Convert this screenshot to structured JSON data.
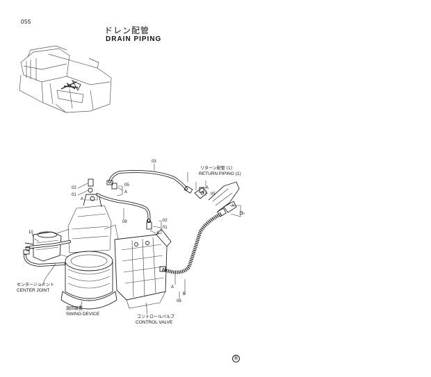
{
  "page": {
    "number": "055",
    "title_jp": "ドレン配管",
    "title_en": "DRAIN  PIPING",
    "logo_text": "㊙"
  },
  "callouts": [
    {
      "id": "c03",
      "text": "03"
    },
    {
      "id": "c02a",
      "text": "02"
    },
    {
      "id": "c01a",
      "text": "01"
    },
    {
      "id": "cA1",
      "text": "A"
    },
    {
      "id": "c05a",
      "text": "05"
    },
    {
      "id": "cA2",
      "text": "A"
    },
    {
      "id": "c09",
      "text": "09"
    },
    {
      "id": "c02b",
      "text": "02"
    },
    {
      "id": "c01b",
      "text": "01"
    },
    {
      "id": "cA3",
      "text": "A"
    },
    {
      "id": "c10",
      "text": "10"
    },
    {
      "id": "cA4",
      "text": "A"
    },
    {
      "id": "c05b",
      "text": "05"
    },
    {
      "id": "cA5",
      "text": "A"
    },
    {
      "id": "c11",
      "text": "11"
    },
    {
      "id": "cA6",
      "text": "A"
    },
    {
      "id": "cB",
      "text": "B"
    },
    {
      "id": "c08",
      "text": "08"
    }
  ],
  "labels": {
    "return_jp": "リターン配管 (1)",
    "return_en": "RETURN  PIPING  (1)",
    "center_jp": "センタージョイント",
    "center_en": "CENTER JOINT",
    "swing_jp": "旋回装置",
    "swing_en": "SWING DEVICE",
    "control_jp": "コントロールバルブ",
    "control_en": "CONTROL VALVE"
  }
}
